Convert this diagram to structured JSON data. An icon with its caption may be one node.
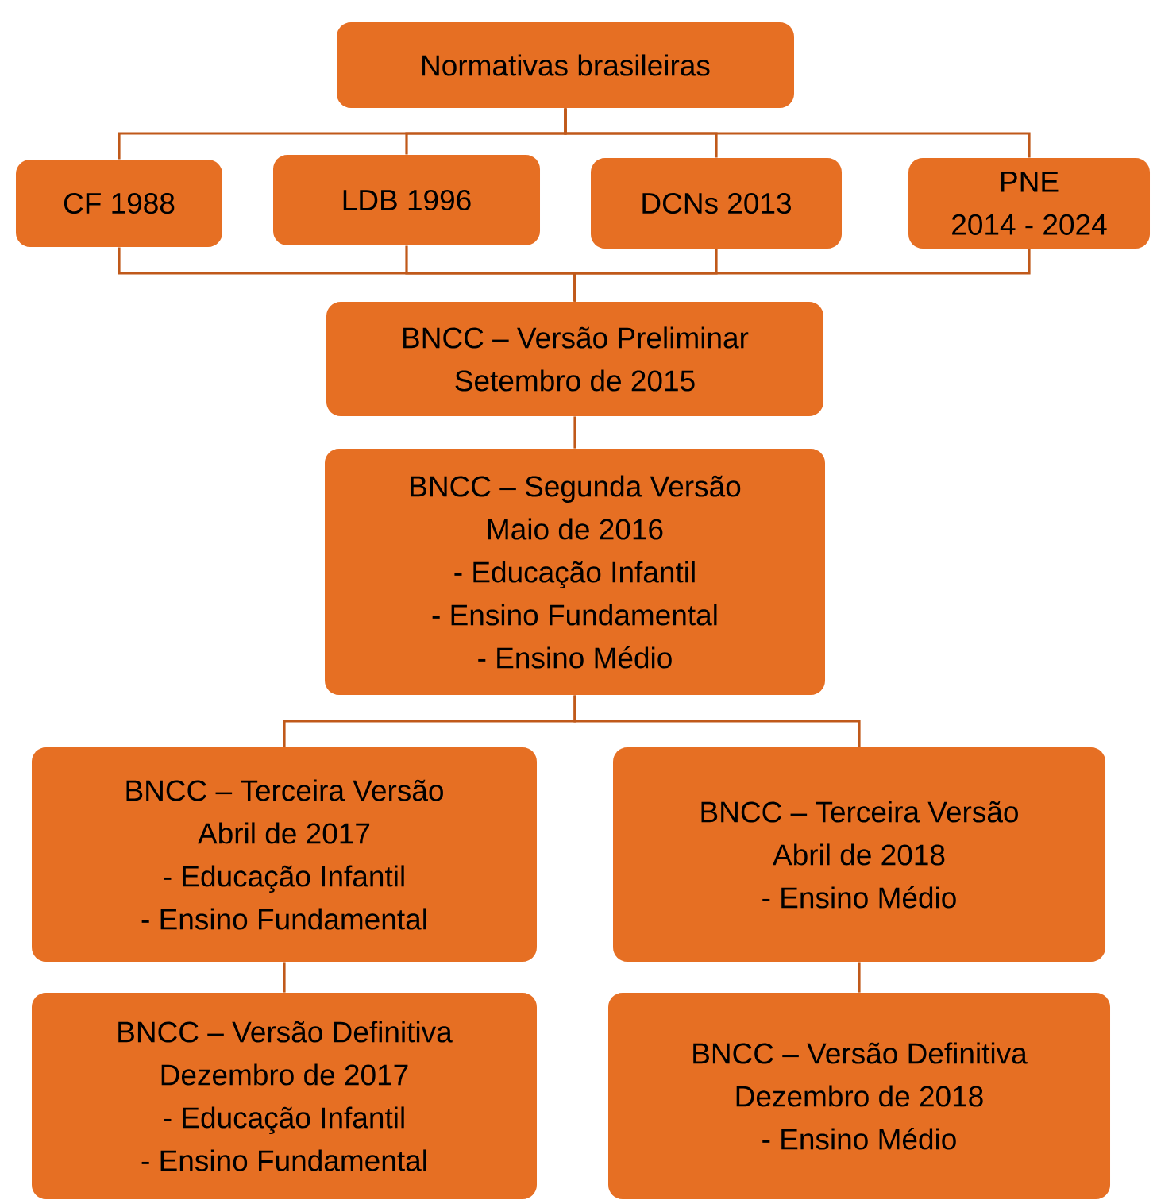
{
  "diagram": {
    "nodes": [
      {
        "text": [
          "Normativas brasileiras"
        ]
      },
      {
        "text": [
          "CF 1988"
        ]
      },
      {
        "text": [
          "LDB 1996"
        ]
      },
      {
        "text": [
          "DCNs 2013"
        ]
      },
      {
        "text": [
          "PNE",
          "2014 - 2024"
        ]
      },
      {
        "text": [
          "BNCC – Versão Preliminar",
          "Setembro de 2015"
        ]
      },
      {
        "text": [
          "BNCC – Segunda Versão",
          "Maio de 2016",
          "- Educação Infantil",
          "- Ensino Fundamental",
          "- Ensino Médio"
        ]
      },
      {
        "text": [
          "BNCC – Terceira Versão",
          "Abril de 2017",
          "- Educação Infantil",
          "- Ensino Fundamental"
        ]
      },
      {
        "text": [
          "BNCC – Terceira Versão",
          "Abril de 2018",
          "- Ensino Médio"
        ]
      },
      {
        "text": [
          "BNCC – Versão Definitiva",
          "Dezembro de 2017",
          "- Educação Infantil",
          "- Ensino Fundamental"
        ]
      },
      {
        "text": [
          "BNCC – Versão Definitiva",
          "Dezembro de 2018",
          "- Ensino Médio"
        ]
      }
    ],
    "edges": [
      {
        "from": 0,
        "to": 1,
        "arrow": "none"
      },
      {
        "from": 0,
        "to": 2,
        "arrow": "none"
      },
      {
        "from": 0,
        "to": 3,
        "arrow": "none"
      },
      {
        "from": 0,
        "to": 4,
        "arrow": "none"
      },
      {
        "from": 1,
        "to": 5,
        "arrow": "none"
      },
      {
        "from": 2,
        "to": 5,
        "arrow": "none"
      },
      {
        "from": 3,
        "to": 5,
        "arrow": "none"
      },
      {
        "from": 4,
        "to": 5,
        "arrow": "none"
      },
      {
        "from": 5,
        "to": 6,
        "arrow": "none"
      },
      {
        "from": 6,
        "to": 7,
        "arrow": "none"
      },
      {
        "from": 6,
        "to": 8,
        "arrow": "none"
      },
      {
        "from": 7,
        "to": 9,
        "arrow": "none"
      },
      {
        "from": 8,
        "to": 10,
        "arrow": "none"
      }
    ]
  }
}
